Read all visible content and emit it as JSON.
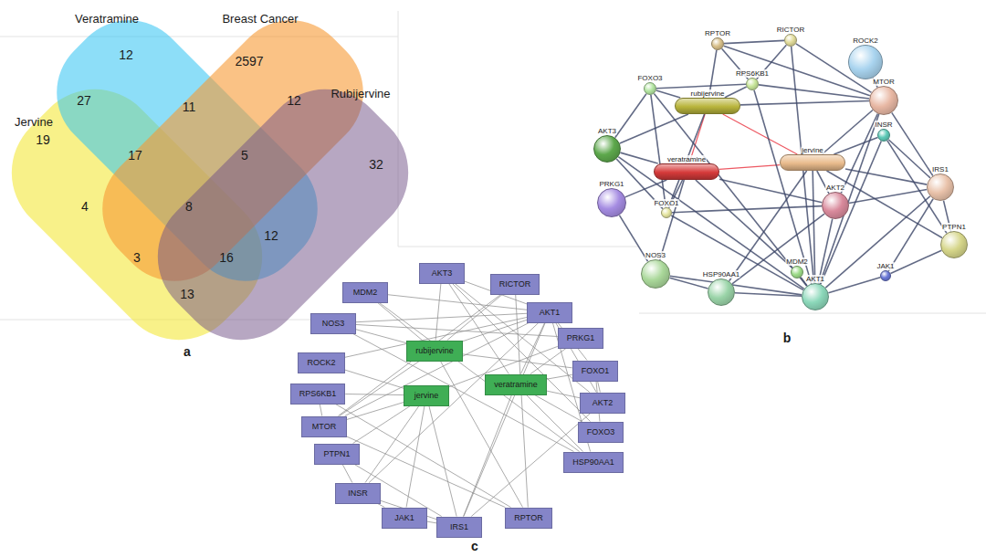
{
  "diagram": {
    "nodes": [
      {
        "text": [
          "RPTOR"
        ]
      },
      {
        "text": [
          "RICTOR"
        ]
      },
      {
        "text": [
          "ROCK2"
        ]
      },
      {
        "text": [
          "FOXO3"
        ]
      },
      {
        "text": [
          "RPS6KB1"
        ]
      },
      {
        "text": [
          "MTOR"
        ]
      },
      {
        "text": [
          "rubijervine"
        ]
      },
      {
        "text": [
          "INSR"
        ]
      },
      {
        "text": [
          "AKT3"
        ]
      },
      {
        "text": [
          "veratramine"
        ]
      },
      {
        "text": [
          "jervine"
        ]
      },
      {
        "text": [
          "IRS1"
        ]
      },
      {
        "text": [
          "PRKG1"
        ]
      },
      {
        "text": [
          "FOXO1"
        ]
      },
      {
        "text": [
          "AKT2"
        ]
      },
      {
        "text": [
          "MDM2"
        ]
      },
      {
        "text": [
          "PTPN1"
        ]
      },
      {
        "text": [
          "NOS3"
        ]
      },
      {
        "text": [
          "HSP90AA1"
        ]
      },
      {
        "text": [
          "JAK1"
        ]
      },
      {
        "text": [
          "AKT1"
        ]
      },
      {
        "text": [
          "AKT3"
        ]
      },
      {
        "text": [
          "RICTOR"
        ]
      },
      {
        "text": [
          "MDM2"
        ]
      },
      {
        "text": [
          "AKT1"
        ]
      },
      {
        "text": [
          "NOS3"
        ]
      },
      {
        "text": [
          "PRKG1"
        ]
      },
      {
        "text": [
          "ROCK2"
        ]
      },
      {
        "text": [
          "FOXO1"
        ]
      },
      {
        "text": [
          "RPS6KB1"
        ]
      },
      {
        "text": [
          "AKT2"
        ]
      },
      {
        "text": [
          "MTOR"
        ]
      },
      {
        "text": [
          "FOXO3"
        ]
      },
      {
        "text": [
          "PTPN1"
        ]
      },
      {
        "text": [
          "HSP90AA1"
        ]
      },
      {
        "text": [
          "INSR"
        ]
      },
      {
        "text": [
          "JAK1"
        ]
      },
      {
        "text": [
          "IRS1"
        ]
      },
      {
        "text": [
          "RPTOR"
        ]
      },
      {
        "text": [
          "rubijervine"
        ]
      },
      {
        "text": [
          "jervine"
        ]
      },
      {
        "text": [
          "veratramine"
        ]
      }
    ],
    "edges": [
      {
        "from": 6,
        "to": 9,
        "arrow": "none"
      },
      {
        "from": 6,
        "to": 10,
        "arrow": "none"
      },
      {
        "from": 9,
        "to": 10,
        "arrow": "none"
      },
      {
        "from": 6,
        "to": 3,
        "arrow": "none"
      },
      {
        "from": 6,
        "to": 4,
        "arrow": "none"
      },
      {
        "from": 6,
        "to": 0,
        "arrow": "none"
      },
      {
        "from": 6,
        "to": 5,
        "arrow": "none"
      },
      {
        "from": 6,
        "to": 8,
        "arrow": "none"
      },
      {
        "from": 6,
        "to": 13,
        "arrow": "none"
      },
      {
        "from": 9,
        "to": 8,
        "arrow": "none"
      },
      {
        "from": 9,
        "to": 12,
        "arrow": "none"
      },
      {
        "from": 9,
        "to": 13,
        "arrow": "none"
      },
      {
        "from": 9,
        "to": 17,
        "arrow": "none"
      },
      {
        "from": 9,
        "to": 15,
        "arrow": "none"
      },
      {
        "from": 9,
        "to": 14,
        "arrow": "none"
      },
      {
        "from": 10,
        "to": 5,
        "arrow": "none"
      },
      {
        "from": 10,
        "to": 7,
        "arrow": "none"
      },
      {
        "from": 10,
        "to": 11,
        "arrow": "none"
      },
      {
        "from": 10,
        "to": 14,
        "arrow": "none"
      },
      {
        "from": 10,
        "to": 16,
        "arrow": "none"
      },
      {
        "from": 10,
        "to": 20,
        "arrow": "none"
      },
      {
        "from": 10,
        "to": 18,
        "arrow": "none"
      },
      {
        "from": 0,
        "to": 1,
        "arrow": "none"
      },
      {
        "from": 0,
        "to": 5,
        "arrow": "none"
      },
      {
        "from": 0,
        "to": 4,
        "arrow": "none"
      },
      {
        "from": 1,
        "to": 5,
        "arrow": "none"
      },
      {
        "from": 1,
        "to": 4,
        "arrow": "none"
      },
      {
        "from": 1,
        "to": 20,
        "arrow": "none"
      },
      {
        "from": 4,
        "to": 5,
        "arrow": "none"
      },
      {
        "from": 4,
        "to": 20,
        "arrow": "none"
      },
      {
        "from": 4,
        "to": 3,
        "arrow": "none"
      },
      {
        "from": 5,
        "to": 20,
        "arrow": "none"
      },
      {
        "from": 5,
        "to": 14,
        "arrow": "none"
      },
      {
        "from": 5,
        "to": 11,
        "arrow": "none"
      },
      {
        "from": 7,
        "to": 11,
        "arrow": "none"
      },
      {
        "from": 7,
        "to": 20,
        "arrow": "none"
      },
      {
        "from": 7,
        "to": 16,
        "arrow": "none"
      },
      {
        "from": 11,
        "to": 20,
        "arrow": "none"
      },
      {
        "from": 11,
        "to": 16,
        "arrow": "none"
      },
      {
        "from": 11,
        "to": 14,
        "arrow": "none"
      },
      {
        "from": 3,
        "to": 20,
        "arrow": "none"
      },
      {
        "from": 3,
        "to": 13,
        "arrow": "none"
      },
      {
        "from": 8,
        "to": 20,
        "arrow": "none"
      },
      {
        "from": 8,
        "to": 13,
        "arrow": "none"
      },
      {
        "from": 13,
        "to": 20,
        "arrow": "none"
      },
      {
        "from": 13,
        "to": 14,
        "arrow": "none"
      },
      {
        "from": 14,
        "to": 20,
        "arrow": "none"
      },
      {
        "from": 15,
        "to": 20,
        "arrow": "none"
      },
      {
        "from": 18,
        "to": 20,
        "arrow": "none"
      },
      {
        "from": 17,
        "to": 20,
        "arrow": "none"
      },
      {
        "from": 17,
        "to": 18,
        "arrow": "none"
      },
      {
        "from": 19,
        "to": 11,
        "arrow": "none"
      },
      {
        "from": 19,
        "to": 20,
        "arrow": "none"
      },
      {
        "from": 16,
        "to": 19,
        "arrow": "none"
      },
      {
        "from": 18,
        "to": 14,
        "arrow": "none"
      },
      {
        "from": 12,
        "to": 17,
        "arrow": "none"
      },
      {
        "from": 8,
        "to": 3,
        "arrow": "none"
      },
      {
        "from": 2,
        "to": 5,
        "arrow": "none"
      },
      {
        "from": 39,
        "to": 21,
        "arrow": "none"
      },
      {
        "from": 39,
        "to": 22,
        "arrow": "none"
      },
      {
        "from": 39,
        "to": 23,
        "arrow": "none"
      },
      {
        "from": 39,
        "to": 24,
        "arrow": "none"
      },
      {
        "from": 39,
        "to": 25,
        "arrow": "none"
      },
      {
        "from": 39,
        "to": 28,
        "arrow": "none"
      },
      {
        "from": 39,
        "to": 31,
        "arrow": "none"
      },
      {
        "from": 39,
        "to": 38,
        "arrow": "none"
      },
      {
        "from": 40,
        "to": 27,
        "arrow": "none"
      },
      {
        "from": 40,
        "to": 29,
        "arrow": "none"
      },
      {
        "from": 40,
        "to": 31,
        "arrow": "none"
      },
      {
        "from": 40,
        "to": 33,
        "arrow": "none"
      },
      {
        "from": 40,
        "to": 35,
        "arrow": "none"
      },
      {
        "from": 40,
        "to": 36,
        "arrow": "none"
      },
      {
        "from": 40,
        "to": 37,
        "arrow": "none"
      },
      {
        "from": 40,
        "to": 26,
        "arrow": "none"
      },
      {
        "from": 41,
        "to": 24,
        "arrow": "none"
      },
      {
        "from": 41,
        "to": 26,
        "arrow": "none"
      },
      {
        "from": 41,
        "to": 28,
        "arrow": "none"
      },
      {
        "from": 41,
        "to": 30,
        "arrow": "none"
      },
      {
        "from": 41,
        "to": 32,
        "arrow": "none"
      },
      {
        "from": 41,
        "to": 34,
        "arrow": "none"
      },
      {
        "from": 41,
        "to": 37,
        "arrow": "none"
      },
      {
        "from": 41,
        "to": 21,
        "arrow": "none"
      },
      {
        "from": 21,
        "to": 24,
        "arrow": "none"
      },
      {
        "from": 21,
        "to": 30,
        "arrow": "none"
      },
      {
        "from": 22,
        "to": 38,
        "arrow": "none"
      },
      {
        "from": 22,
        "to": 31,
        "arrow": "none"
      },
      {
        "from": 24,
        "to": 30,
        "arrow": "none"
      },
      {
        "from": 24,
        "to": 28,
        "arrow": "none"
      },
      {
        "from": 24,
        "to": 34,
        "arrow": "none"
      },
      {
        "from": 24,
        "to": 31,
        "arrow": "none"
      },
      {
        "from": 24,
        "to": 35,
        "arrow": "none"
      },
      {
        "from": 24,
        "to": 37,
        "arrow": "none"
      },
      {
        "from": 24,
        "to": 25,
        "arrow": "none"
      },
      {
        "from": 23,
        "to": 24,
        "arrow": "none"
      },
      {
        "from": 28,
        "to": 32,
        "arrow": "none"
      },
      {
        "from": 28,
        "to": 30,
        "arrow": "none"
      },
      {
        "from": 30,
        "to": 37,
        "arrow": "none"
      },
      {
        "from": 31,
        "to": 38,
        "arrow": "none"
      },
      {
        "from": 31,
        "to": 29,
        "arrow": "none"
      },
      {
        "from": 35,
        "to": 37,
        "arrow": "none"
      },
      {
        "from": 33,
        "to": 35,
        "arrow": "none"
      },
      {
        "from": 33,
        "to": 37,
        "arrow": "none"
      },
      {
        "from": 36,
        "to": 37,
        "arrow": "none"
      },
      {
        "from": 34,
        "to": 25,
        "arrow": "none"
      },
      {
        "from": 29,
        "to": 38,
        "arrow": "none"
      },
      {
        "from": 32,
        "to": 21,
        "arrow": "none"
      },
      {
        "from": 26,
        "to": 25,
        "arrow": "none"
      },
      {
        "from": 27,
        "to": 24,
        "arrow": "none"
      },
      {
        "from": 23,
        "to": 34,
        "arrow": "none"
      },
      {
        "from": 36,
        "to": 35,
        "arrow": "none"
      }
    ],
    "labels": [
      "Veratramine",
      "Breast Cancer",
      "Rubijervine",
      "Jervine",
      "12",
      "2597",
      "27",
      "11",
      "12",
      "19",
      "17",
      "5",
      "32",
      "4",
      "8",
      "12",
      "3",
      "16",
      "13",
      "a",
      "b",
      "c"
    ]
  }
}
